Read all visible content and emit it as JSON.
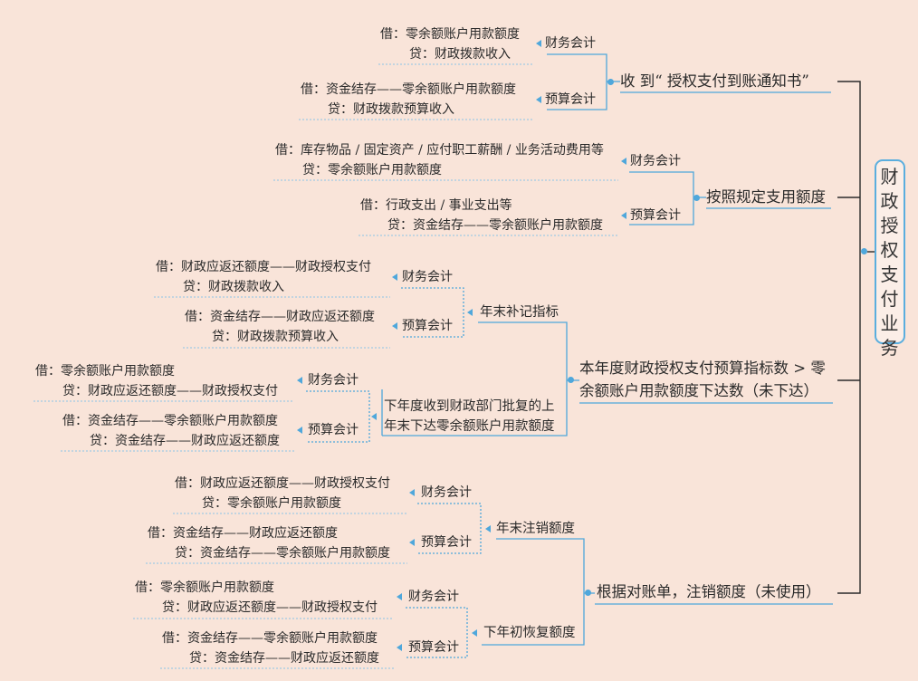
{
  "root": "财政授权支付业务",
  "branches": [
    {
      "title": "收 到“ 授权支付到账通知书”",
      "entries": [
        {
          "acct": "财务会计",
          "debit": "借：零余额账户用款额度",
          "credit": "贷：财政拨款收入"
        },
        {
          "acct": "预算会计",
          "debit": "借：资金结存——零余额账户用款额度",
          "credit": "贷：财政拨款预算收入"
        }
      ]
    },
    {
      "title": "按照规定支用额度",
      "entries": [
        {
          "acct": "财务会计",
          "debit": "借：库存物品 / 固定资产 / 应付职工薪酬 / 业务活动费用等",
          "credit": "贷：零余额账户用款额度"
        },
        {
          "acct": "预算会计",
          "debit": "借：行政支出 / 事业支出等",
          "credit": "贷：资金结存——零余额账户用款额度"
        }
      ]
    },
    {
      "title_lines": [
        "本年度财政授权支付预算指标数 > 零",
        "余额账户用款额度下达数（未下达）"
      ],
      "subs": [
        {
          "label": "年末补记指标",
          "entries": [
            {
              "acct": "财务会计",
              "debit": "借：财政应返还额度——财政授权支付",
              "credit": "贷：财政拨款收入"
            },
            {
              "acct": "预算会计",
              "debit": "借：资金结存——财政应返还额度",
              "credit": "贷：财政拨款预算收入"
            }
          ]
        },
        {
          "label_lines": [
            "下年度收到财政部门批复的上",
            "年末下达零余额账户用款额度"
          ],
          "entries": [
            {
              "acct": "财务会计",
              "debit": "借：零余额账户用款额度",
              "credit": "贷：财政应返还额度——财政授权支付"
            },
            {
              "acct": "预算会计",
              "debit": "借：资金结存——零余额账户用款额度",
              "credit": "贷：资金结存——财政应返还额度"
            }
          ]
        }
      ]
    },
    {
      "title": "根据对账单，注销额度（未使用）",
      "subs": [
        {
          "label": "年末注销额度",
          "entries": [
            {
              "acct": "财务会计",
              "debit": "借：财政应返还额度——财政授权支付",
              "credit": "贷：零余额账户用款额度"
            },
            {
              "acct": "预算会计",
              "debit": "借：资金结存——财政应返还额度",
              "credit": "贷：资金结存——零余额账户用款额度"
            }
          ]
        },
        {
          "label": "下年初恢复额度",
          "entries": [
            {
              "acct": "财务会计",
              "debit": "借：零余额账户用款额度",
              "credit": "贷：财政应返还额度——财政授权支付"
            },
            {
              "acct": "预算会计",
              "debit": "借：资金结存——零余额账户用款额度",
              "credit": "贷：资金结存——财政应返还额度"
            }
          ]
        }
      ]
    }
  ],
  "colors": {
    "background": "#f9e4d9",
    "line": "#4fa7db",
    "frame": "#2a2a2a"
  }
}
